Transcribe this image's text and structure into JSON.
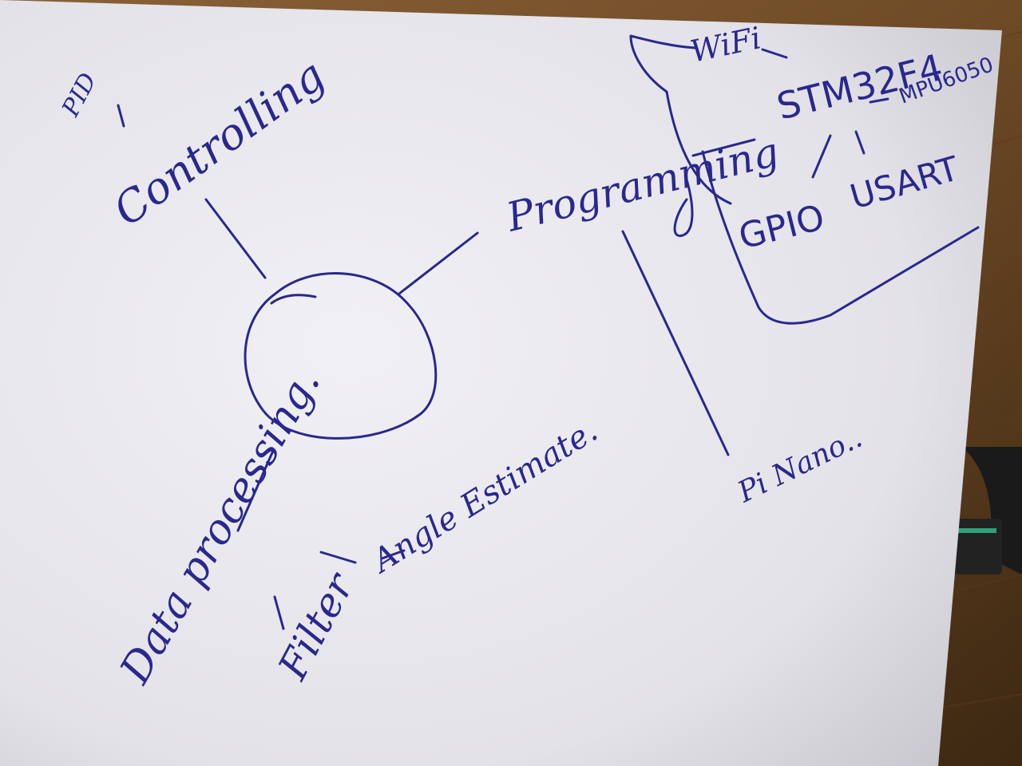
{
  "notes": {
    "pid": "PID",
    "controlling": "Controlling",
    "programming": "Programming",
    "wifi": "WiFi",
    "stm32": "STM32F4",
    "mpu": "MPU6050",
    "gpio": "GPIO",
    "usart": "USART",
    "pi_nano": "Pi Nano..",
    "data_processing": "Data processing.",
    "filter": "Filter",
    "angle_estimate": "Angle Estimate."
  },
  "colors": {
    "ink": "#2a2790",
    "paper": "#ecebef",
    "table": "#6b4a2a"
  }
}
